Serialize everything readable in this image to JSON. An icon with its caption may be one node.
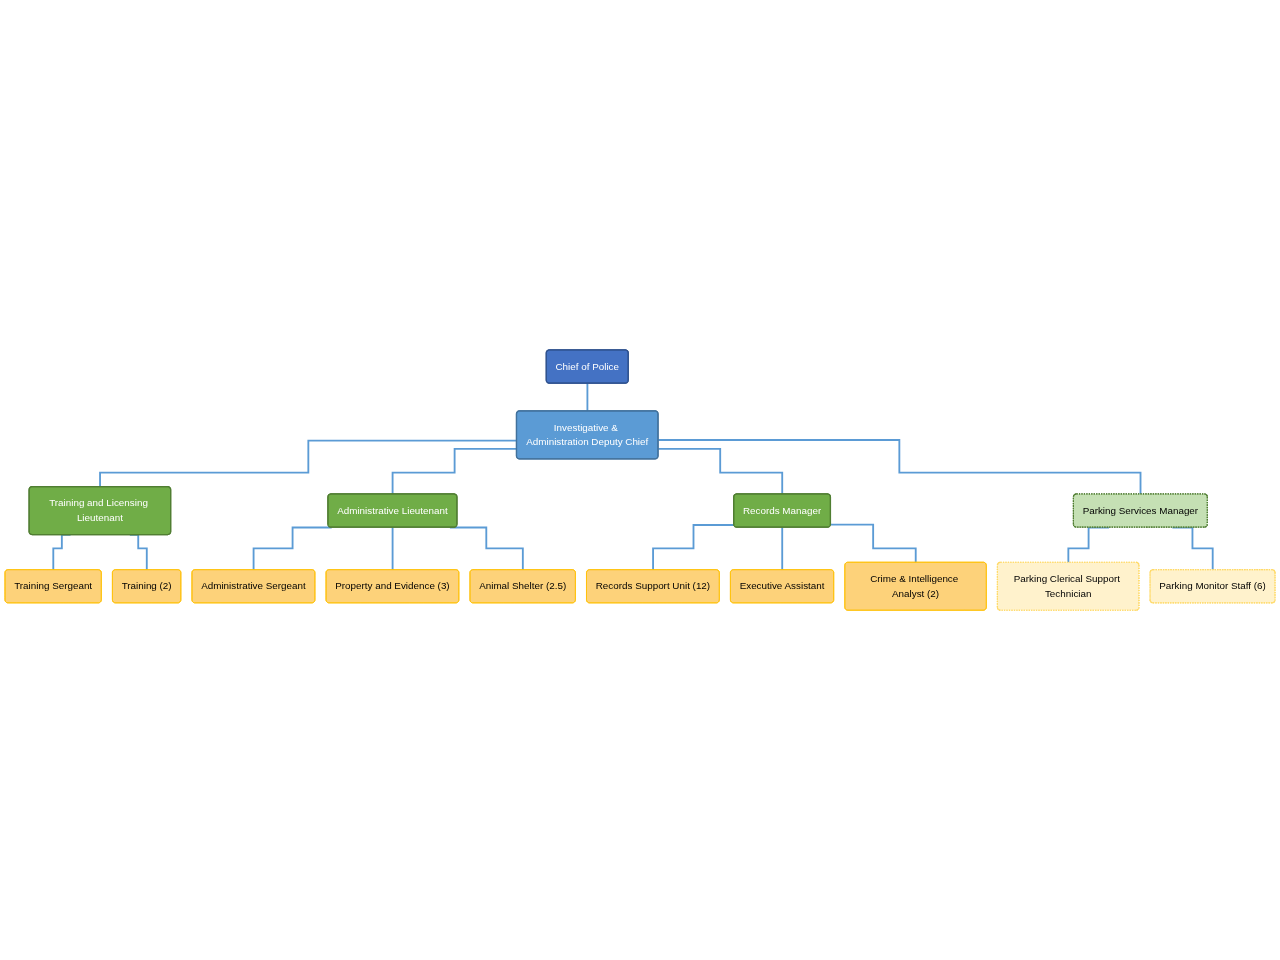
{
  "diagram": {
    "nodes": [
      {
        "text": [
          "Chief of Police"
        ]
      },
      {
        "text": [
          "Investigative & Administration Deputy Chief"
        ]
      },
      {
        "text": [
          "Training and Licensing Lieutenant"
        ]
      },
      {
        "text": [
          "Administrative Lieutenant"
        ]
      },
      {
        "text": [
          "Records Manager"
        ]
      },
      {
        "text": [
          "Parking Services Manager"
        ]
      },
      {
        "text": [
          "Training Sergeant"
        ]
      },
      {
        "text": [
          "Training (2)"
        ]
      },
      {
        "text": [
          "Administrative Sergeant"
        ]
      },
      {
        "text": [
          "Property and Evidence (3)"
        ]
      },
      {
        "text": [
          "Animal Shelter (2.5)"
        ]
      },
      {
        "text": [
          "Records Support Unit (12)"
        ]
      },
      {
        "text": [
          "Executive Assistant"
        ]
      },
      {
        "text": [
          "Crime & Intelligence Analyst (2)"
        ]
      },
      {
        "text": [
          "Parking Clerical Support Technician"
        ]
      },
      {
        "text": [
          "Parking Monitor Staff (6)"
        ]
      }
    ],
    "edges": [
      {
        "from": 0,
        "to": 1,
        "arrow": "none"
      },
      {
        "from": 1,
        "to": 2,
        "arrow": "none"
      },
      {
        "from": 1,
        "to": 3,
        "arrow": "none"
      },
      {
        "from": 1,
        "to": 4,
        "arrow": "none"
      },
      {
        "from": 1,
        "to": 5,
        "arrow": "none"
      },
      {
        "from": 2,
        "to": 6,
        "arrow": "none"
      },
      {
        "from": 2,
        "to": 7,
        "arrow": "none"
      },
      {
        "from": 3,
        "to": 8,
        "arrow": "none"
      },
      {
        "from": 3,
        "to": 9,
        "arrow": "none"
      },
      {
        "from": 3,
        "to": 10,
        "arrow": "none"
      },
      {
        "from": 4,
        "to": 11,
        "arrow": "none"
      },
      {
        "from": 4,
        "to": 12,
        "arrow": "none"
      },
      {
        "from": 4,
        "to": 13,
        "arrow": "none"
      },
      {
        "from": 5,
        "to": 14,
        "arrow": "none"
      },
      {
        "from": 5,
        "to": 15,
        "arrow": "none"
      }
    ]
  }
}
